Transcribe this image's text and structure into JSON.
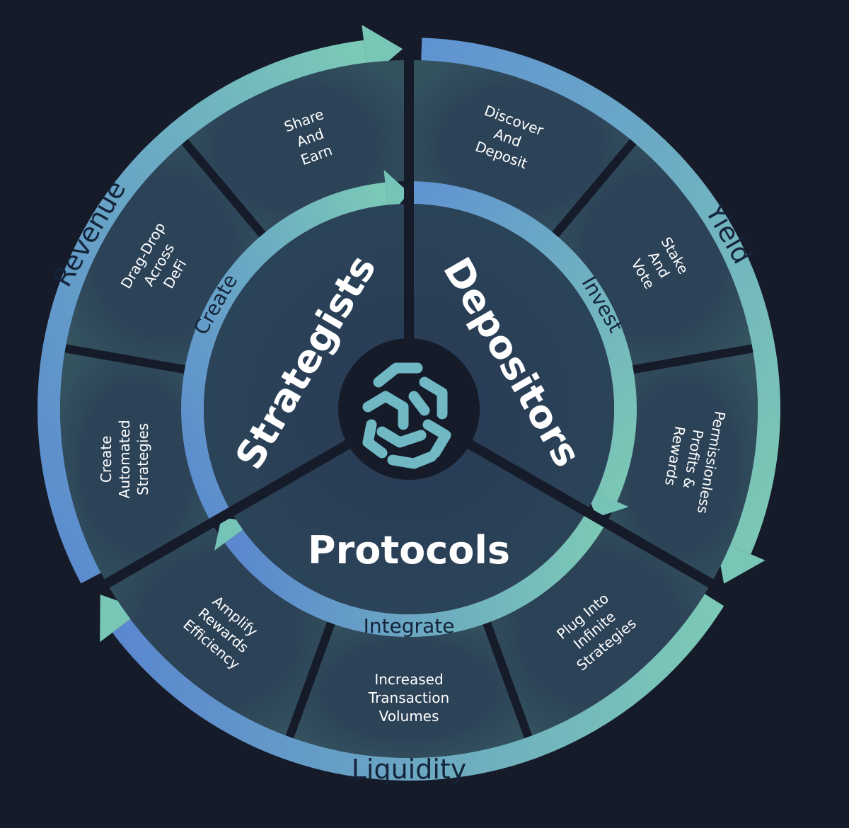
{
  "colors": {
    "background": "#161b2a",
    "sector_fill": "#2e4a5e",
    "inner_fill": "#2a3f57",
    "ring_blue": "#5b8fd2",
    "ring_teal": "#74c6b8",
    "divider": "#161b2a",
    "text": "#ffffff",
    "ring_text": "#15243a"
  },
  "logo": {
    "icon": "maze-network-icon"
  },
  "sectors": {
    "strategists": {
      "title": "Strategists",
      "verb": "Create",
      "outer": "Revenue",
      "segments": [
        {
          "lines": [
            "Create",
            "Automated",
            "Strategies"
          ]
        },
        {
          "lines": [
            "Drag-Drop",
            "Across",
            "DeFi"
          ]
        },
        {
          "lines": [
            "Share",
            "And",
            "Earn"
          ]
        }
      ]
    },
    "depositors": {
      "title": "Depositors",
      "verb": "Invest",
      "outer": "Yield",
      "segments": [
        {
          "lines": [
            "Discover",
            "And",
            "Deposit"
          ]
        },
        {
          "lines": [
            "Stake",
            "And",
            "Vote"
          ]
        },
        {
          "lines": [
            "Permissionless",
            "Profits &",
            "Rewards"
          ]
        }
      ]
    },
    "protocols": {
      "title": "Protocols",
      "verb": "Integrate",
      "outer": "Liquidity",
      "segments": [
        {
          "lines": [
            "Plug Into",
            "Infinite",
            "Strategies"
          ]
        },
        {
          "lines": [
            "Increased",
            "Transaction",
            "Volumes"
          ]
        },
        {
          "lines": [
            "Amplify",
            "Rewards",
            "Efficiency"
          ]
        }
      ]
    }
  }
}
